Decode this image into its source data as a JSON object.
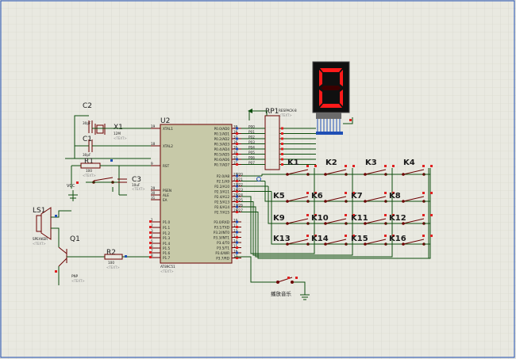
{
  "page": {
    "background": "#e9e9e1",
    "grid_color": "#d2d2c6",
    "border_color": "#1f4fb5"
  },
  "colors": {
    "wire": "#0d4d0d",
    "component": "#6b0000",
    "chip_fill": "#c7c9a8",
    "pin_red": "#e02020",
    "pin_blue": "#1f4fb5",
    "seg_on": "#ff1a1a",
    "seg_off": "#3a0000"
  },
  "mcu": {
    "ref": "U2",
    "part": "AT89C51",
    "text_placeholder": "<TEXT>",
    "left_pins": [
      {
        "num": "19",
        "name": "XTAL1"
      },
      {
        "num": "18",
        "name": "XTAL2"
      },
      {
        "num": "9",
        "name": "RST"
      },
      {
        "num": "29",
        "name": "PSEN"
      },
      {
        "num": "30",
        "name": "ALE"
      },
      {
        "num": "31",
        "name": "EA"
      },
      {
        "num": "1",
        "name": "P1.0"
      },
      {
        "num": "2",
        "name": "P1.1"
      },
      {
        "num": "3",
        "name": "P1.2"
      },
      {
        "num": "4",
        "name": "P1.3"
      },
      {
        "num": "5",
        "name": "P1.4"
      },
      {
        "num": "6",
        "name": "P1.5"
      },
      {
        "num": "7",
        "name": "P1.6"
      },
      {
        "num": "8",
        "name": "P1.7"
      }
    ],
    "right_pins": [
      {
        "num": "39",
        "name": "P0.0/AD0"
      },
      {
        "num": "38",
        "name": "P0.1/AD1"
      },
      {
        "num": "37",
        "name": "P0.2/AD2"
      },
      {
        "num": "36",
        "name": "P0.3/AD3"
      },
      {
        "num": "35",
        "name": "P0.4/AD4"
      },
      {
        "num": "34",
        "name": "P0.5/AD5"
      },
      {
        "num": "33",
        "name": "P0.6/AD6"
      },
      {
        "num": "32",
        "name": "P0.7/AD7"
      },
      {
        "num": "21",
        "name": "P2.0/A8"
      },
      {
        "num": "22",
        "name": "P2.1/A9"
      },
      {
        "num": "23",
        "name": "P2.2/A10"
      },
      {
        "num": "24",
        "name": "P2.3/A11"
      },
      {
        "num": "25",
        "name": "P2.4/A12"
      },
      {
        "num": "26",
        "name": "P2.5/A13"
      },
      {
        "num": "27",
        "name": "P2.6/A14"
      },
      {
        "num": "28",
        "name": "P2.7/A15"
      },
      {
        "num": "10",
        "name": "P3.0/RXD"
      },
      {
        "num": "11",
        "name": "P3.1/TXD"
      },
      {
        "num": "12",
        "name": "P3.2/INT0"
      },
      {
        "num": "13",
        "name": "P3.3/INT1"
      },
      {
        "num": "14",
        "name": "P3.4/T0"
      },
      {
        "num": "15",
        "name": "P3.5/T1"
      },
      {
        "num": "16",
        "name": "P3.6/WR"
      },
      {
        "num": "17",
        "name": "P3.7/RD"
      }
    ],
    "bus_labels": [
      "P00",
      "P01",
      "P02",
      "P03",
      "P04",
      "P05",
      "P06",
      "P07"
    ],
    "p2_labels": [
      "P20",
      "P21",
      "P22",
      "P23",
      "P24",
      "P25",
      "P26",
      "P27"
    ]
  },
  "components": {
    "c1": {
      "ref": "C1",
      "value": "30pF"
    },
    "c2": {
      "ref": "C2",
      "value": "30pF"
    },
    "c3": {
      "ref": "C3",
      "value": "10uF"
    },
    "x1": {
      "ref": "X1",
      "value": "12M"
    },
    "r1": {
      "ref": "R1",
      "value": "100"
    },
    "r2": {
      "ref": "R2",
      "value": "100"
    },
    "rp1": {
      "ref": "RP1",
      "value": "RESPACK-8"
    },
    "ls1": {
      "ref": "LS1",
      "value": "SPEAKER"
    },
    "q1": {
      "ref": "Q1",
      "value": "PNP"
    },
    "vcc": "VCC",
    "placeholder": "<TEXT>"
  },
  "display": {
    "digit": "0",
    "segments_on": [
      "a",
      "b",
      "c",
      "d",
      "e",
      "f"
    ],
    "segments_off": [
      "g"
    ]
  },
  "keys": [
    "K1",
    "K2",
    "K3",
    "K4",
    "K5",
    "K6",
    "K7",
    "K8",
    "K9",
    "K10",
    "K11",
    "K12",
    "K13",
    "K14",
    "K15",
    "K16"
  ],
  "play_button": {
    "label": "播放音乐"
  }
}
